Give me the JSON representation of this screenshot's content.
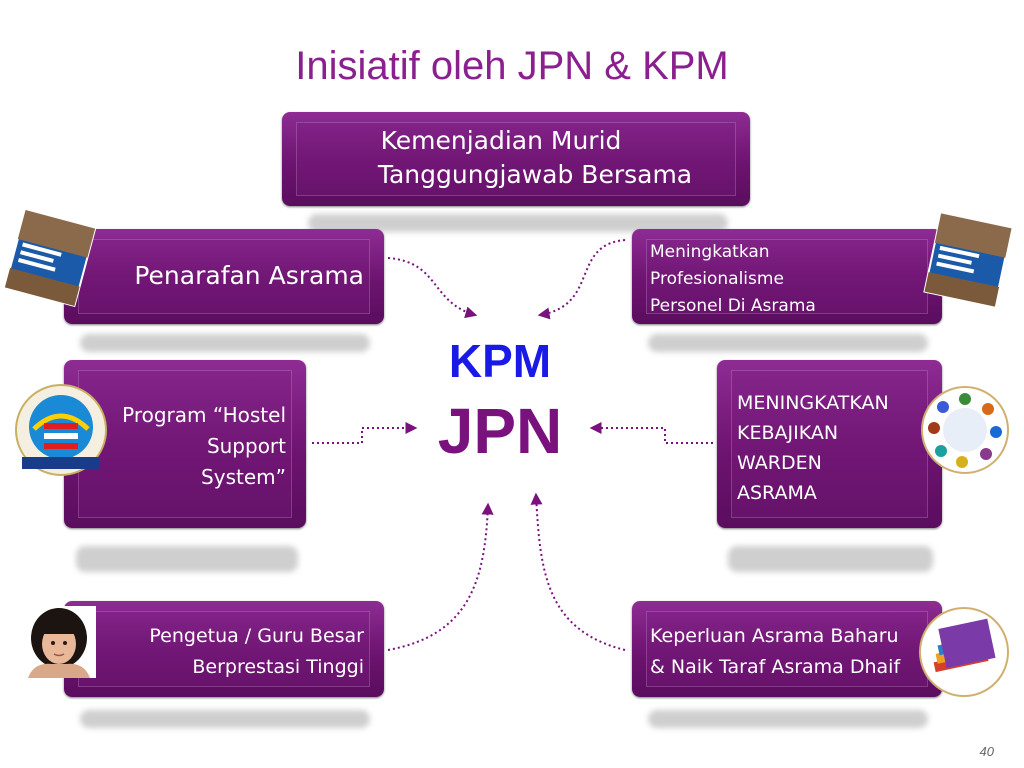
{
  "title": "Inisiatif oleh JPN & KPM",
  "top_box": {
    "line1": "Kemenjadian Murid",
    "line2": "Tanggungjawab Bersama"
  },
  "center": {
    "kpm": "KPM",
    "jpn": "JPN"
  },
  "boxes": {
    "penarafan": "Penarafan Asrama",
    "profesionalisme": {
      "line1": "Meningkatkan",
      "line2": "Profesionalisme",
      "line3": "Personel Di Asrama"
    },
    "hostel": {
      "line1": "Program “Hostel",
      "line2": "Support",
      "line3": "System”"
    },
    "kebajikan": {
      "line1": "MENINGKATKAN",
      "line2": "KEBAJIKAN",
      "line3": "WARDEN",
      "line4": "ASRAMA"
    },
    "pengetua": {
      "line1": "Pengetua / Guru Besar",
      "line2": "Berprestasi Tinggi"
    },
    "keperluan": {
      "line1": "Keperluan Asrama Baharu",
      "line2": "& Naik Taraf Asrama Dhaif"
    }
  },
  "page_number": "40",
  "colors": {
    "title": "#8b1f8f",
    "box": "#6d1370",
    "kpm": "#1a1ae6",
    "jpn": "#7a127e",
    "arrow": "#7a127e"
  },
  "icons": {
    "blueprint_left": "education-blueprint-book-icon",
    "blueprint_right": "education-blueprint-book-icon",
    "etp": "economic-transformation-logo-icon",
    "nkea": "nkea-circle-icon",
    "girl": "student-girl-photo-icon",
    "books": "books-stack-icon"
  }
}
